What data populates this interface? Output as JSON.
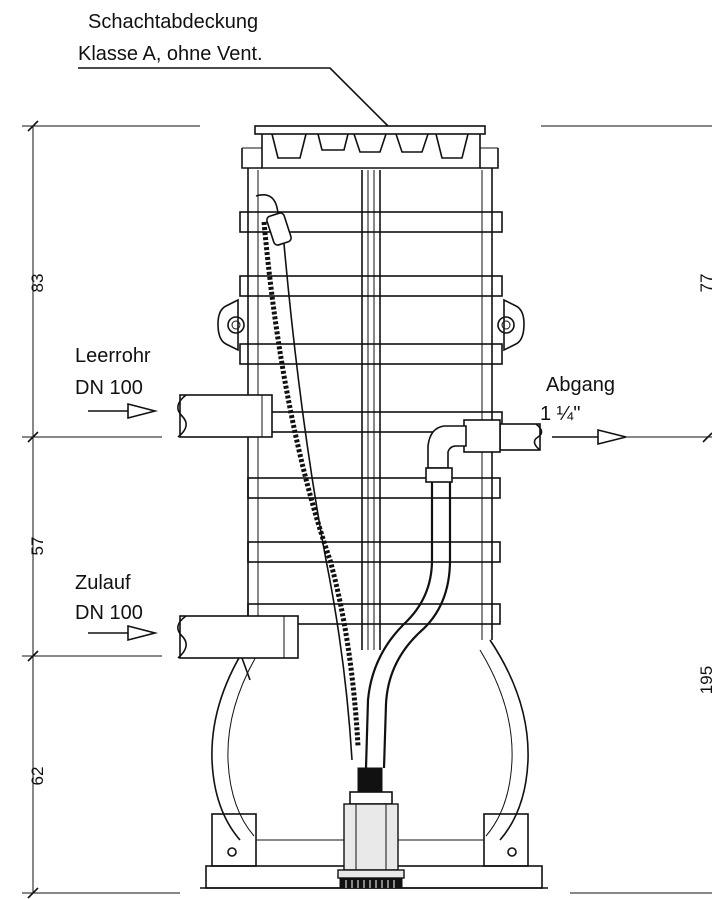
{
  "cover": {
    "line1": "Schachtabdeckung",
    "line2": "Klasse A, ohne Vent."
  },
  "inlet_conduit": {
    "line1": "Leerrohr",
    "line2": "DN 100"
  },
  "inlet_feed": {
    "line1": "Zulauf",
    "line2": "DN 100"
  },
  "outlet": {
    "line1": "Abgang",
    "line2": "1 ¼\""
  },
  "dimensions": {
    "left": [
      "83",
      "57",
      "62"
    ],
    "right": [
      "77",
      "195"
    ]
  }
}
